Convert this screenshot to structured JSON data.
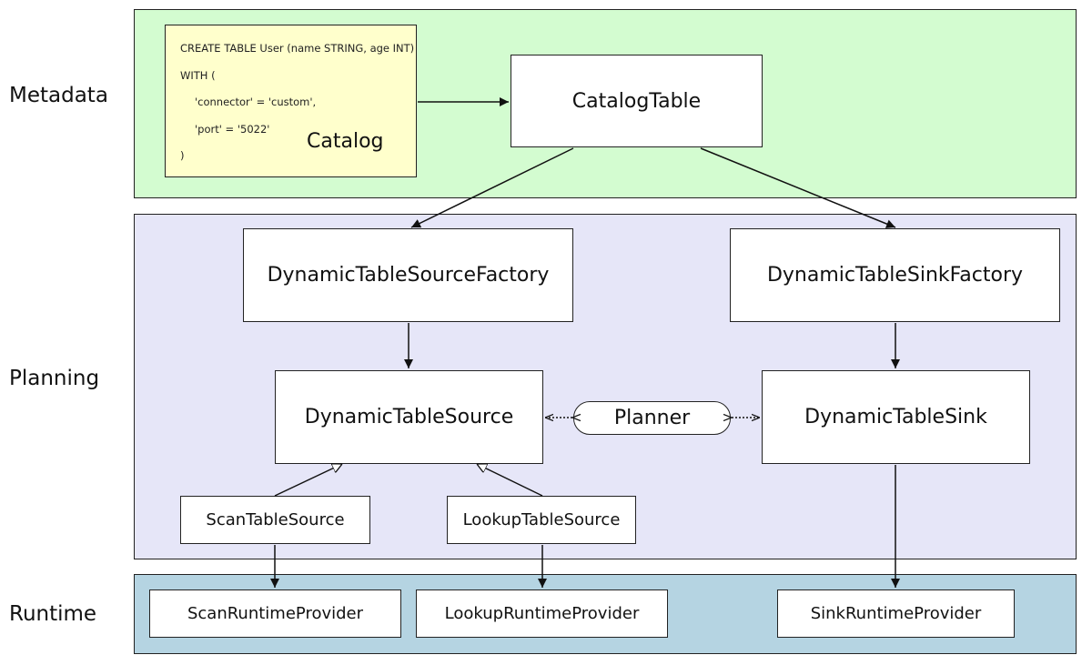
{
  "layers": {
    "metadata": "Metadata",
    "planning": "Planning",
    "runtime": "Runtime"
  },
  "colors": {
    "metadata_band": "#d3fcd0",
    "planning_band": "#e6e6f8",
    "runtime_band": "#b5d4e2",
    "catalog_note": "#ffffcc"
  },
  "catalog": {
    "sql_lines": [
      "CREATE TABLE User (name STRING, age INT)",
      "WITH (",
      "'connector' = 'custom',",
      "'port' = '5022'",
      ")"
    ],
    "label": "Catalog"
  },
  "nodes": {
    "catalog_table": "CatalogTable",
    "source_factory": "DynamicTableSourceFactory",
    "sink_factory": "DynamicTableSinkFactory",
    "source": "DynamicTableSource",
    "planner": "Planner",
    "sink": "DynamicTableSink",
    "scan_source": "ScanTableSource",
    "lookup_source": "LookupTableSource",
    "scan_runtime": "ScanRuntimeProvider",
    "lookup_runtime": "LookupRuntimeProvider",
    "sink_runtime": "SinkRuntimeProvider"
  }
}
